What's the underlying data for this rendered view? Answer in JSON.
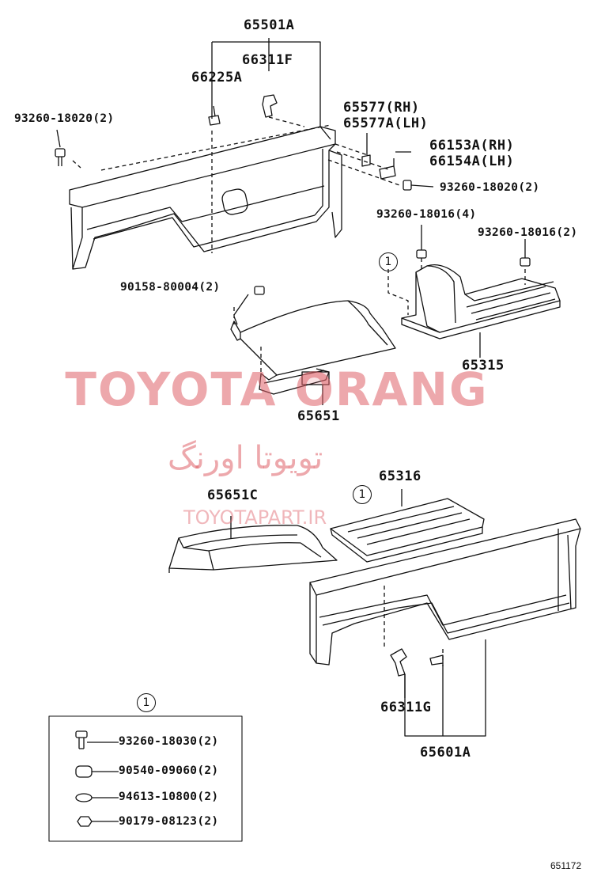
{
  "watermark": {
    "brand": "TOYOTA ORANG",
    "brand_fa": "تویوتا اورنگ",
    "url": "TOYOTAPART.IR"
  },
  "parts": {
    "tailgate_assy": "65501A",
    "hinge_upper": "66311F",
    "retainer": "66225A",
    "bolt_left": "93260-18020(2)",
    "protector_rh": "65577(RH)",
    "protector_lh": "65577A(LH)",
    "bracket_rh": "66153A(RH)",
    "bracket_lh": "66154A(LH)",
    "bolt_right": "93260-18020(2)",
    "bolt_4": "93260-18016(4)",
    "bolt_2": "93260-18016(2)",
    "screw": "90158-80004(2)",
    "floor_rear": "65315",
    "wheel_housing": "65651",
    "floor_front": "65316",
    "wheel_housing_c": "65651C",
    "hinge_lower": "66311G",
    "side_panel_assy": "65601A",
    "figure_number": "651172"
  },
  "callout": {
    "marker": "1"
  },
  "legend": {
    "marker": "1",
    "items": [
      {
        "part": "93260-18030(2)",
        "icon": "bolt-icon"
      },
      {
        "part": "90540-09060(2)",
        "icon": "cushion-icon"
      },
      {
        "part": "94613-10800(2)",
        "icon": "washer-icon"
      },
      {
        "part": "90179-08123(2)",
        "icon": "nut-icon"
      }
    ]
  }
}
